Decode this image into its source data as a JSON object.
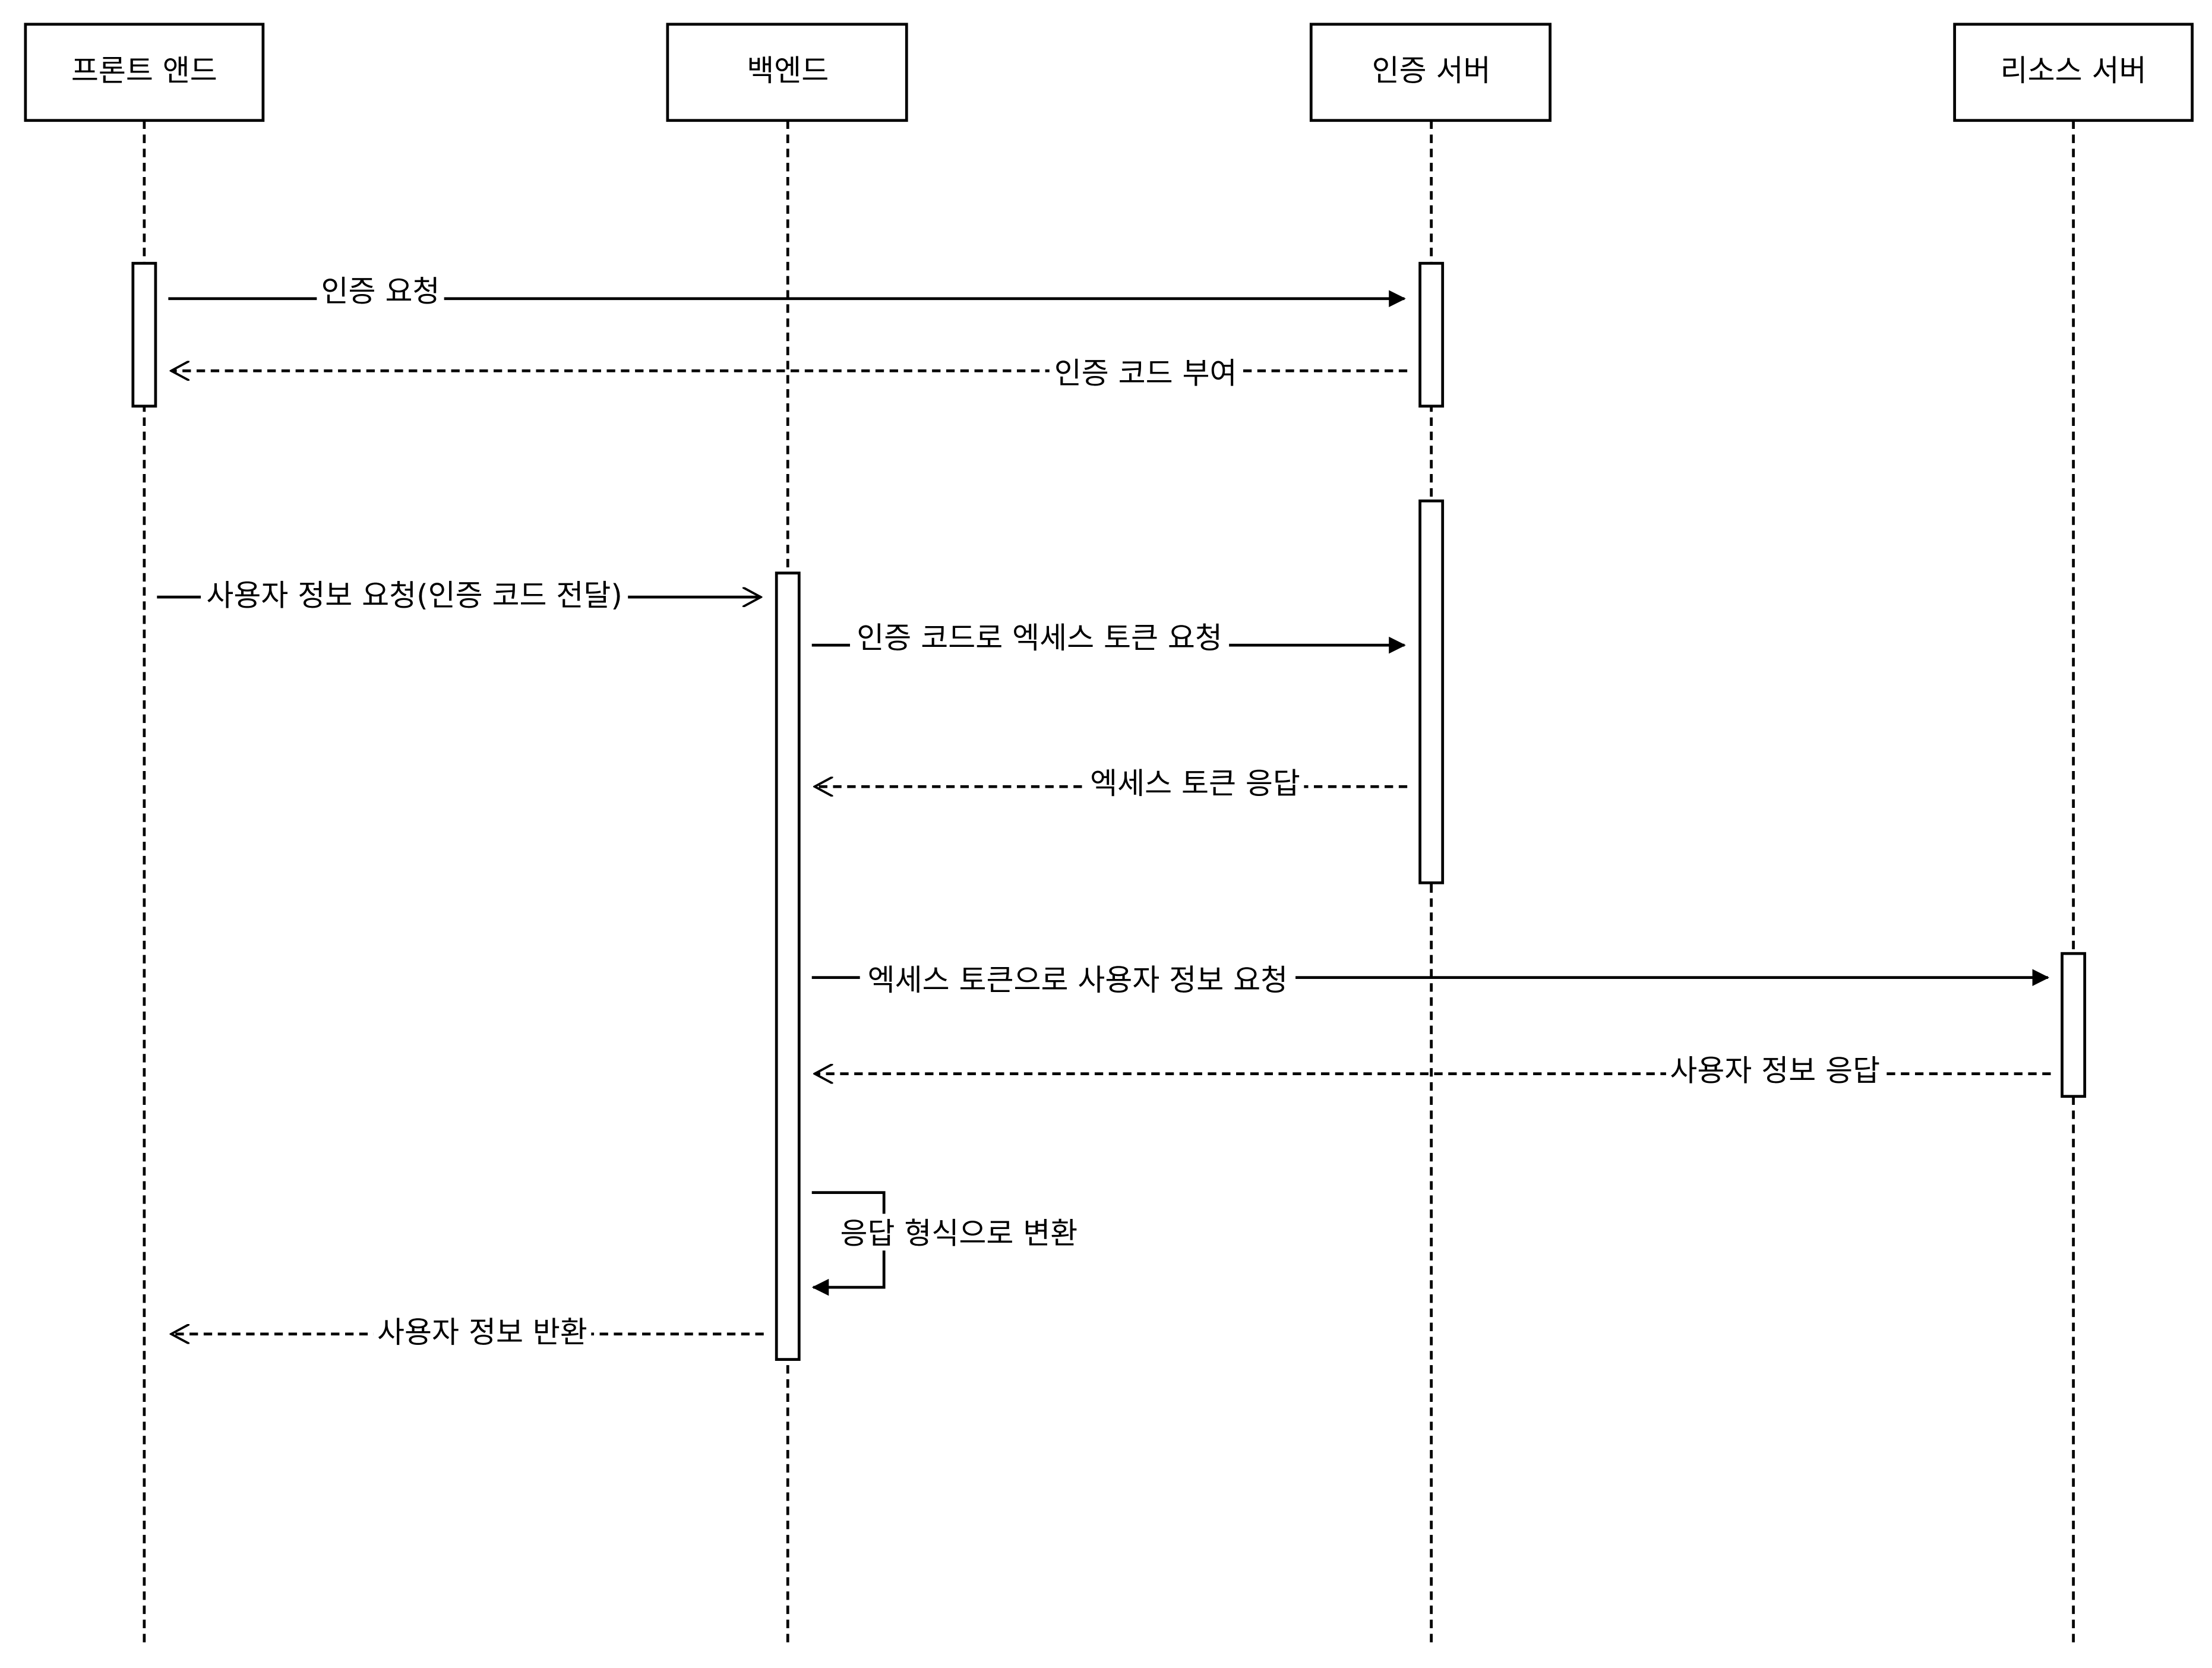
{
  "participants": [
    {
      "id": "frontend",
      "label": "프론트 앤드"
    },
    {
      "id": "backend",
      "label": "백엔드"
    },
    {
      "id": "auth",
      "label": "인증 서버"
    },
    {
      "id": "resource",
      "label": "리소스 서버"
    }
  ],
  "messages": [
    {
      "id": "m1",
      "from": "frontend",
      "to": "auth",
      "style": "solid",
      "label": "인증 요청"
    },
    {
      "id": "m2",
      "from": "auth",
      "to": "frontend",
      "style": "dashed",
      "label": "인증 코드 부여"
    },
    {
      "id": "m3",
      "from": "frontend",
      "to": "backend",
      "style": "solid-open",
      "label": "사용자 정보 요청(인증 코드 전달)"
    },
    {
      "id": "m4",
      "from": "backend",
      "to": "auth",
      "style": "solid",
      "label": "인증 코드로 엑세스 토큰 요청"
    },
    {
      "id": "m5",
      "from": "auth",
      "to": "backend",
      "style": "dashed",
      "label": "엑세스 토큰 응답"
    },
    {
      "id": "m6",
      "from": "backend",
      "to": "resource",
      "style": "solid",
      "label": "엑세스 토큰으로 사용자 정보 요청"
    },
    {
      "id": "m7",
      "from": "resource",
      "to": "backend",
      "style": "dashed",
      "label": "사용자 정보 응답"
    },
    {
      "id": "m8",
      "from": "backend",
      "to": "backend",
      "style": "self",
      "label": "응답 형식으로 변환"
    },
    {
      "id": "m9",
      "from": "backend",
      "to": "frontend",
      "style": "dashed",
      "label": "사용자 정보 반환"
    }
  ]
}
